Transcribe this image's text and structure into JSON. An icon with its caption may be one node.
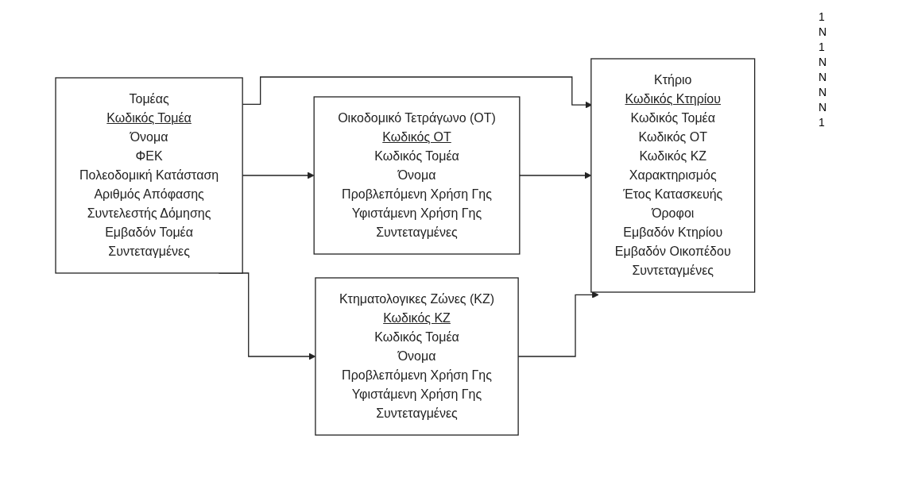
{
  "diagram": {
    "nodes": [
      {
        "text": [
          "Τομέας",
          "Κωδικός Τομέα",
          "Όνομα",
          "ΦΕΚ",
          "Πολεοδομική Κατάσταση",
          "Αριθμός Απόφασης",
          "Συντελεστής Δόμησης",
          "Εμβαδόν Τομέα",
          "Συντεταγμένες"
        ]
      },
      {
        "text": [
          "Οικοδομικό Τετράγωνο (ΟΤ)",
          "Κωδικός ΟΤ",
          "Κωδικός Τομέα",
          "Όνομα",
          "Προβλεπόμενη Χρήση Γης",
          "Υφιστάμενη Χρήση Γης",
          "Συντεταγμένες"
        ]
      },
      {
        "text": [
          "Κτηματολογικες Ζώνες (ΚΖ)",
          "Κωδικός ΚΖ",
          "Κωδικός Τομέα",
          "Όνομα",
          "Προβλεπόμενη Χρήση Γης",
          "Υφιστάμενη Χρήση Γης",
          "Συντεταγμένες"
        ]
      },
      {
        "text": [
          "Κτήριο",
          "Κωδικός Κτηρίου",
          "Κωδικός Τομέα",
          "Κωδικός ΟΤ",
          "Κωδικός ΚΖ",
          "Χαρακτηρισμός",
          "Έτος Κατασκευής",
          "Όροφοι",
          "Εμβαδόν Κτηρίου",
          "Εμβαδόν Οικοπέδου",
          "Συντεταγμένες"
        ]
      }
    ],
    "edges": [
      {
        "from": 0,
        "to": 1,
        "arrow": "to"
      },
      {
        "from": 0,
        "to": 3,
        "arrow": "to"
      },
      {
        "from": 0,
        "to": 2,
        "arrow": "to"
      },
      {
        "from": 1,
        "to": 3,
        "arrow": "to"
      },
      {
        "from": 2,
        "to": 3,
        "arrow": "to"
      }
    ],
    "labels": [
      "1",
      "N",
      "1",
      "N",
      "N",
      "N",
      "N",
      "1"
    ]
  }
}
